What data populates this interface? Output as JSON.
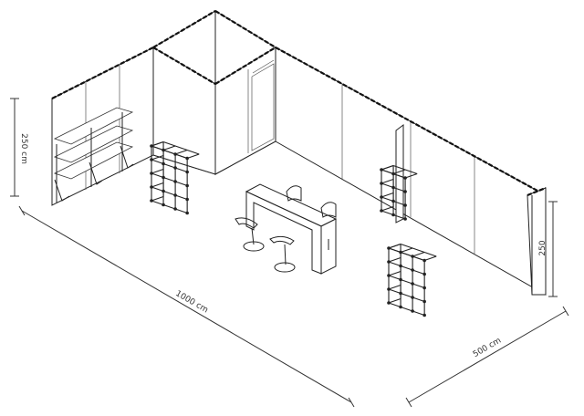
{
  "dimensions": {
    "height_left": "250 cm",
    "length": "1000 cm",
    "depth": "500 cm",
    "height_right": "250"
  }
}
